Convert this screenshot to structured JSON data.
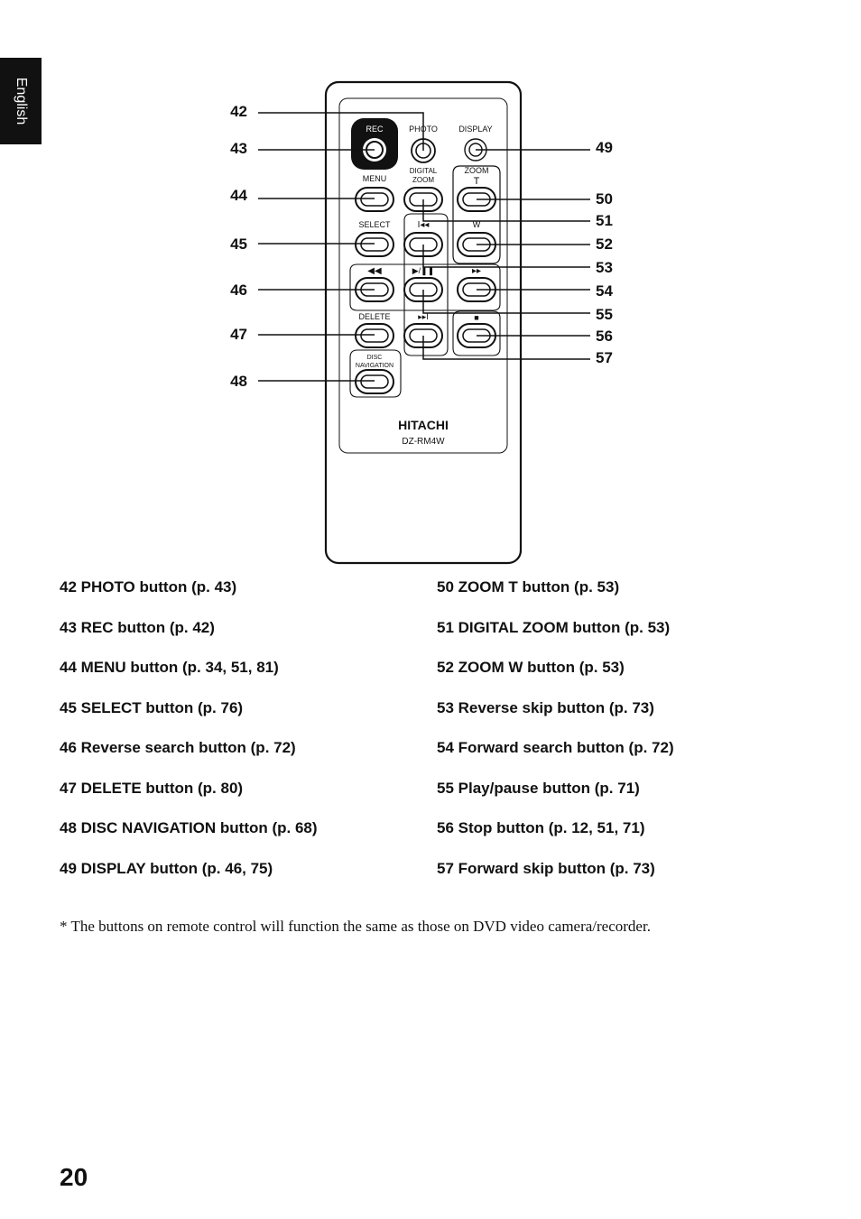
{
  "side_tab": {
    "label": "English"
  },
  "remote": {
    "labels": {
      "rec": "REC",
      "photo": "PHOTO",
      "display": "DISPLAY",
      "menu": "MENU",
      "digital": "DIGITAL",
      "zoom_line": "ZOOM",
      "zoom": "ZOOM",
      "zoom_t": "T",
      "select": "SELECT",
      "delete": "DELETE",
      "disc": "DISC",
      "navigation": "NAVIGATION",
      "brand": "HITACHI",
      "model": "DZ-RM4W"
    },
    "symbols": {
      "reverse_skip": "I◂◂",
      "zoom_w": "W",
      "reverse_search": "◀◀",
      "play_pause": "▶/❚❚",
      "forward_search": "▸▸",
      "forward_skip": "▸▸I",
      "stop": "■"
    },
    "callouts_left": [
      "42",
      "43",
      "44",
      "45",
      "46",
      "47",
      "48"
    ],
    "callouts_right": [
      "49",
      "50",
      "51",
      "52",
      "53",
      "54",
      "55",
      "56",
      "57"
    ]
  },
  "legend": {
    "left": [
      "42 PHOTO button (p. 43)",
      "43 REC button (p. 42)",
      "44 MENU button (p. 34, 51, 81)",
      "45 SELECT button (p. 76)",
      "46 Reverse search button (p. 72)",
      "47 DELETE button (p. 80)",
      "48 DISC NAVIGATION button (p. 68)",
      "49 DISPLAY button (p. 46, 75)"
    ],
    "right": [
      "50 ZOOM T button (p. 53)",
      "51 DIGITAL ZOOM button (p. 53)",
      "52 ZOOM W button (p. 53)",
      "53 Reverse skip button (p. 73)",
      "54 Forward search button (p. 72)",
      "55 Play/pause button (p. 71)",
      "56 Stop button (p. 12, 51, 71)",
      "57 Forward skip button (p. 73)"
    ]
  },
  "footnote": "*  The buttons on remote control will function the same as those on DVD video camera/recorder.",
  "page_number": "20"
}
